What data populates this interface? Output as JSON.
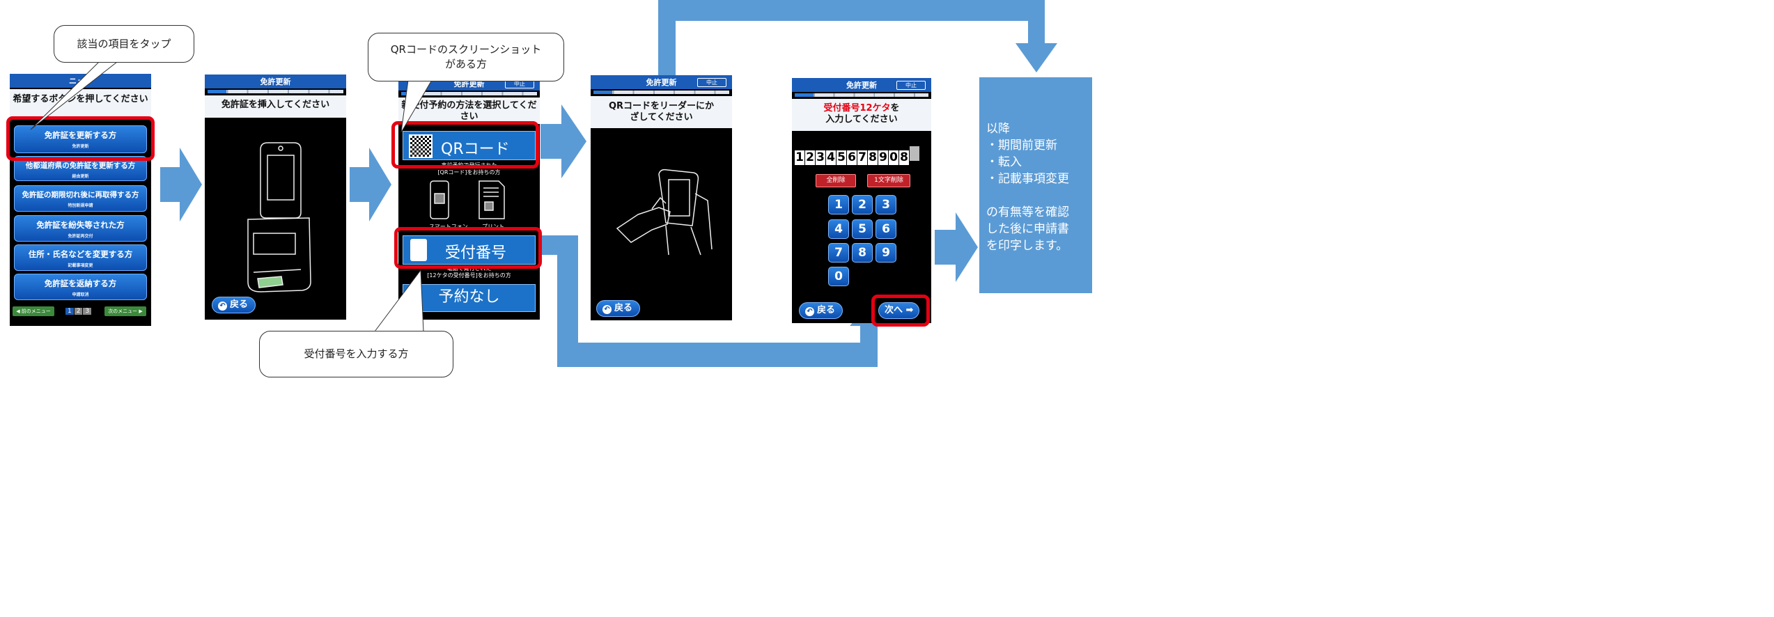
{
  "callouts": {
    "tap_item": "該当の項目をタップ",
    "qr_screenshot": "QRコードのスクリーンショットがある方",
    "enter_number": "受付番号を入力する方"
  },
  "screen1": {
    "title_partial": "ニュー",
    "prompt": "希望するボタンを押してください",
    "items": [
      {
        "label": "免許証を更新する方",
        "sub": "免許更新"
      },
      {
        "label": "他都道府県の免許証を更新する方",
        "sub": "経由更新"
      },
      {
        "label": "免許証の期限切れ後に再取得する方",
        "sub": "特別新規申請"
      },
      {
        "label": "免許証を紛失等された方",
        "sub": "免許証再交付"
      },
      {
        "label": "住所・氏名などを変更する方",
        "sub": "記載事項変更"
      },
      {
        "label": "免許証を返納する方",
        "sub": "申請取消"
      }
    ],
    "prev_menu": "◀ 前のメニュー",
    "pages": [
      "1",
      "2",
      "3"
    ],
    "next_menu": "次のメニュー ▶"
  },
  "screen2": {
    "header": "免許更新",
    "instruction": "免許証を挿入してください",
    "back": "戻る"
  },
  "screen3": {
    "header": "免許更新",
    "stop": "中止",
    "prompt": "新受付予約の方法を選択してください",
    "qr_button": "QRコード",
    "qr_note": "事前予約で発行された",
    "qr_holder": "[QRコード]をお持ちの方",
    "smartphone": "スマートフォン",
    "print": "プリント",
    "number_button": "受付番号",
    "number_note": "電話で発行された",
    "number_holder": "[12ケタの受付番号]をお持ちの方",
    "no_reservation": "予約なし"
  },
  "screen4": {
    "header": "免許更新",
    "stop": "中止",
    "instruction": "QRコードをリーダーにかざしてください",
    "back": "戻る"
  },
  "screen5": {
    "header": "免許更新",
    "stop": "中止",
    "instruction_red": "受付番号12ケタ",
    "instruction_suffix": "を",
    "instruction_line2": "入力してください",
    "digits": [
      "1",
      "2",
      "3",
      "4",
      "5",
      "6",
      "7",
      "8",
      "9",
      "0",
      "8"
    ],
    "clear_all": "全削除",
    "delete_one": "1文字削除",
    "keys": [
      "1",
      "2",
      "3",
      "4",
      "5",
      "6",
      "7",
      "8",
      "9",
      "0"
    ],
    "back": "戻る",
    "next": "次へ ➡"
  },
  "final_box": {
    "line1": "以降",
    "items": [
      "・期間前更新",
      "・転入",
      "・記載事項変更"
    ],
    "line2": "の有無等を確認",
    "line3": "した後に申請書",
    "line4": "を印字します。"
  },
  "colors": {
    "arrow": "#5b9bd5",
    "highlight": "#e50012",
    "screen_blue": "#1b5cb8"
  }
}
